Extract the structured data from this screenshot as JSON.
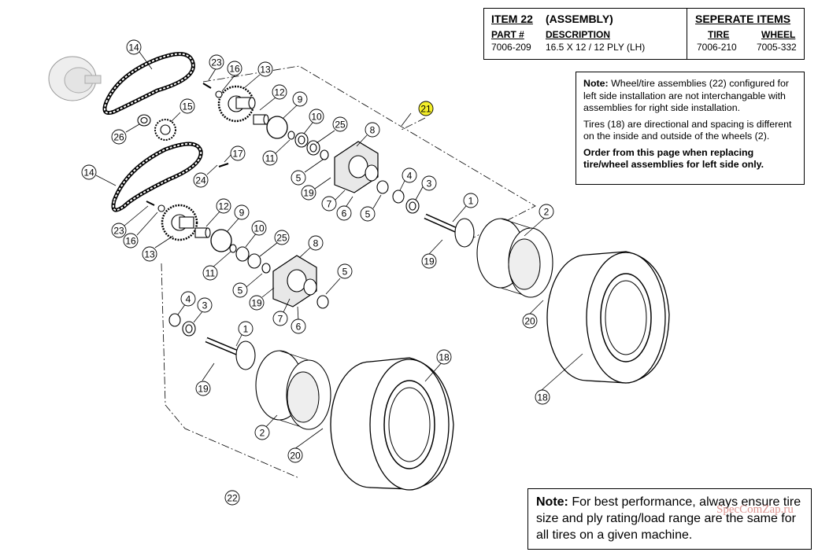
{
  "item_table": {
    "title": "ITEM 22",
    "title_suffix": "(ASSEMBLY)",
    "col_part": "PART #",
    "col_description": "DESCRIPTION",
    "part_number": "7006-209",
    "description": "16.5 X 12 / 12 PLY (LH)",
    "separate_title": "SEPERATE ITEMS",
    "col_tire": "TIRE",
    "col_wheel": "WHEEL",
    "tire_part": "7006-210",
    "wheel_part": "7005-332"
  },
  "note_top": {
    "label": "Note:",
    "text1": " Wheel/tire assemblies (22) configured for left side installation are not interchangable with assemblies for right side installation.",
    "text2": "Tires (18) are directional and spacing is different on the inside and outside of the wheels (2).",
    "text3": "Order from this page when replacing tire/wheel assemblies for left side only."
  },
  "note_bottom": {
    "label": "Note:",
    "text": " For best performance, always ensure tire size and ply rating/load range are the same for all tires on a given machine."
  },
  "watermark": "SpecComZap.ru",
  "highlight_color": "#f4ee2a",
  "callouts": [
    {
      "id": "c14a",
      "label": "14"
    },
    {
      "id": "c23a",
      "label": "23"
    },
    {
      "id": "c16a",
      "label": "16"
    },
    {
      "id": "c13a",
      "label": "13"
    },
    {
      "id": "c12a",
      "label": "12"
    },
    {
      "id": "c9a",
      "label": "9"
    },
    {
      "id": "c10a",
      "label": "10"
    },
    {
      "id": "c25a",
      "label": "25"
    },
    {
      "id": "c8a",
      "label": "8"
    },
    {
      "id": "c15",
      "label": "15"
    },
    {
      "id": "c26",
      "label": "26"
    },
    {
      "id": "c17",
      "label": "17"
    },
    {
      "id": "c11a",
      "label": "11"
    },
    {
      "id": "c5a",
      "label": "5"
    },
    {
      "id": "c19a",
      "label": "19"
    },
    {
      "id": "c7a",
      "label": "7"
    },
    {
      "id": "c6a",
      "label": "6"
    },
    {
      "id": "c5b",
      "label": "5"
    },
    {
      "id": "c4a",
      "label": "4"
    },
    {
      "id": "c3a",
      "label": "3"
    },
    {
      "id": "c1a",
      "label": "1"
    },
    {
      "id": "c21",
      "label": "21"
    },
    {
      "id": "c14b",
      "label": "14"
    },
    {
      "id": "c24",
      "label": "24"
    },
    {
      "id": "c23b",
      "label": "23"
    },
    {
      "id": "c16b",
      "label": "16"
    },
    {
      "id": "c13b",
      "label": "13"
    },
    {
      "id": "c12b",
      "label": "12"
    },
    {
      "id": "c9b",
      "label": "9"
    },
    {
      "id": "c10b",
      "label": "10"
    },
    {
      "id": "c25b",
      "label": "25"
    },
    {
      "id": "c8b",
      "label": "8"
    },
    {
      "id": "c11b",
      "label": "11"
    },
    {
      "id": "c5c",
      "label": "5"
    },
    {
      "id": "c19b",
      "label": "19"
    },
    {
      "id": "c7b",
      "label": "7"
    },
    {
      "id": "c6b",
      "label": "6"
    },
    {
      "id": "c5d",
      "label": "5"
    },
    {
      "id": "c4b",
      "label": "4"
    },
    {
      "id": "c3b",
      "label": "3"
    },
    {
      "id": "c19c",
      "label": "19"
    },
    {
      "id": "c2a",
      "label": "2"
    },
    {
      "id": "c20a",
      "label": "20"
    },
    {
      "id": "c18a",
      "label": "18"
    },
    {
      "id": "c1b",
      "label": "1"
    },
    {
      "id": "c19d",
      "label": "19"
    },
    {
      "id": "c2b",
      "label": "2"
    },
    {
      "id": "c20b",
      "label": "20"
    },
    {
      "id": "c18b",
      "label": "18"
    },
    {
      "id": "c22",
      "label": "22"
    }
  ]
}
